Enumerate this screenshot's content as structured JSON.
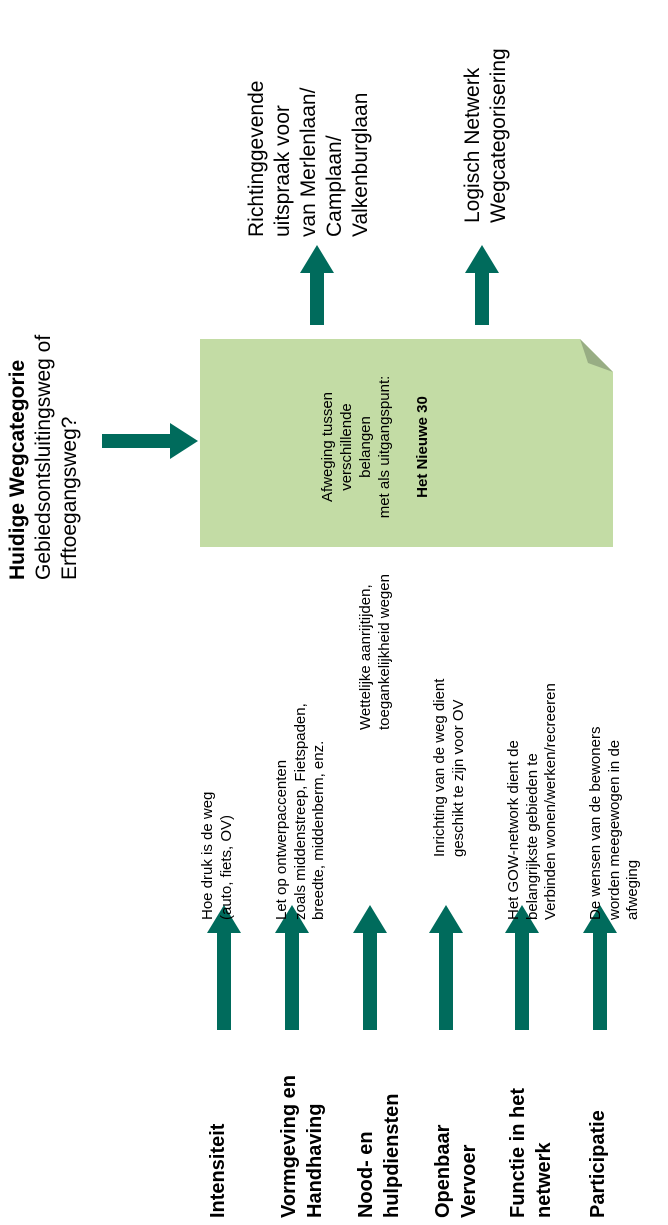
{
  "colors": {
    "arrow": "#006b5c",
    "note_fill": "#c3dca5",
    "note_fold": "#98ad84",
    "text": "#000000"
  },
  "header": {
    "title": "Huidige Wegcategorie",
    "subtitle_line1": "Gebiedsontsluitingsweg of",
    "subtitle_line2": "Erftoegangsweg?"
  },
  "factors": [
    {
      "label": [
        "Intensiteit"
      ],
      "description": [
        "Hoe druk is de weg",
        "(auto, fiets, OV)"
      ]
    },
    {
      "label": [
        "Vormgeving en",
        "Handhaving"
      ],
      "description": [
        "Let op ontwerpaccenten",
        "zoals middenstreep, Fietspaden,",
        "breedte, middenberm, enz."
      ]
    },
    {
      "label": [
        "Nood- en",
        "hulpdiensten"
      ],
      "description": [
        "Wettelijke aanrijtijden,",
        "toegankelijkheid wegen"
      ]
    },
    {
      "label": [
        "Openbaar",
        "Vervoer"
      ],
      "description": [
        "Inrichting van de weg dient",
        "geschikt te zijn voor OV"
      ]
    },
    {
      "label": [
        "Functie in het",
        "netwerk"
      ],
      "description": [
        "Het GOW-network dient de",
        "belangrijkste gebieden te",
        "Verbinden wonen/werken/recreeren"
      ]
    },
    {
      "label": [
        "Participatie"
      ],
      "description": [
        "De wensen van de bewoners",
        "worden meegewogen in de",
        "afweging"
      ]
    }
  ],
  "note": {
    "line1": "Afweging tussen",
    "line2": "verschillende",
    "line3": "belangen",
    "line4": "met als uitgangspunt:",
    "emphasis": "Het Nieuwe 30"
  },
  "outputs": [
    {
      "lines": [
        "Richtinggevende",
        "uitspraak voor",
        "van Merlenlaan/",
        "Camplaan/",
        "Valkenburglaan"
      ]
    },
    {
      "lines": [
        "Logisch Netwerk",
        "Wegcategorisering"
      ]
    }
  ],
  "icons": {
    "factor_arrows": "up-arrow-icon",
    "header_arrow": "right-arrow-icon",
    "output_arrows": "up-arrow-icon"
  }
}
